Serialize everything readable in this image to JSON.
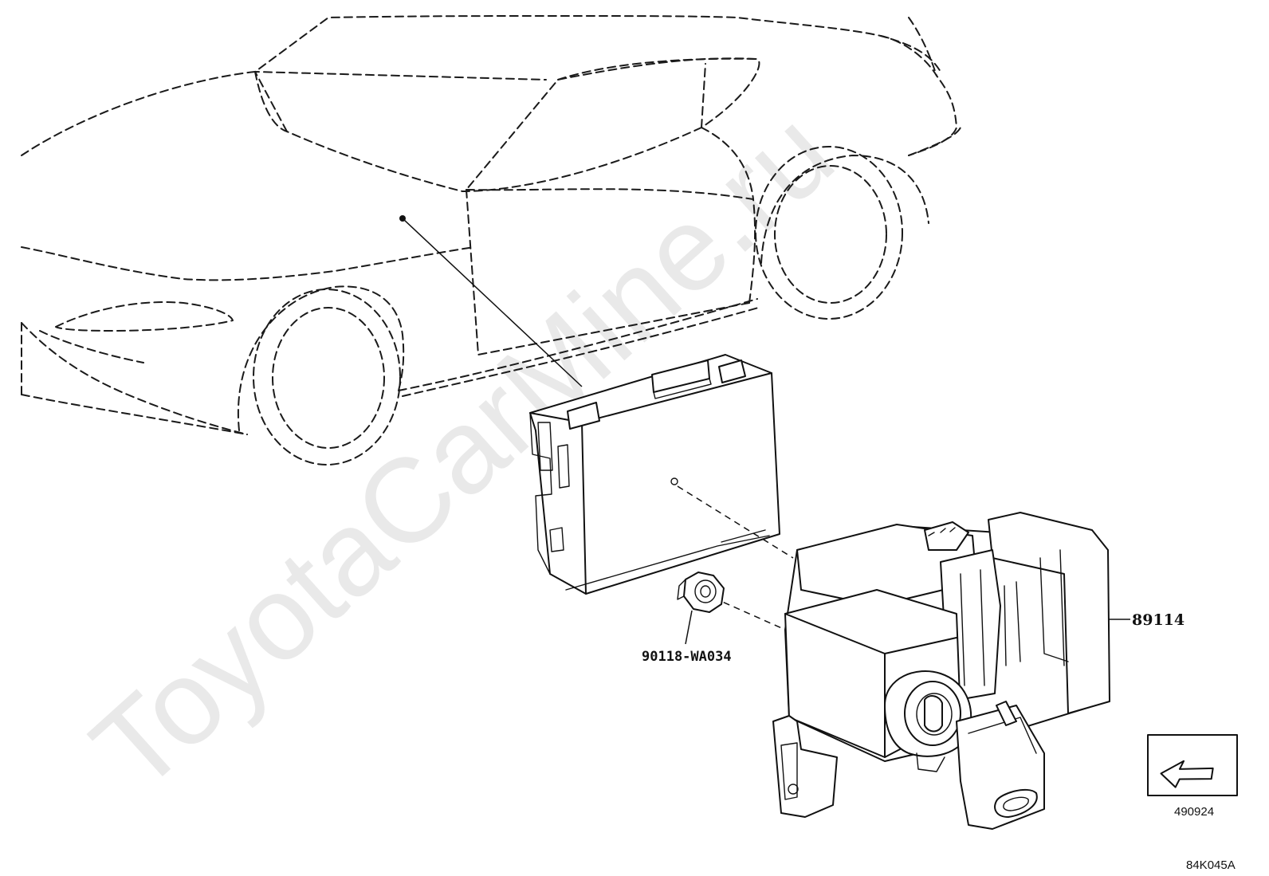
{
  "watermark": "ToyotaCarMine.ru",
  "parts": {
    "module_part_no": "89114",
    "nut_part_no": "90118-WA034"
  },
  "direction_symbol": {
    "code": "490924",
    "icon": "front-direction-arrow-icon"
  },
  "illustration_code": "84K045A"
}
